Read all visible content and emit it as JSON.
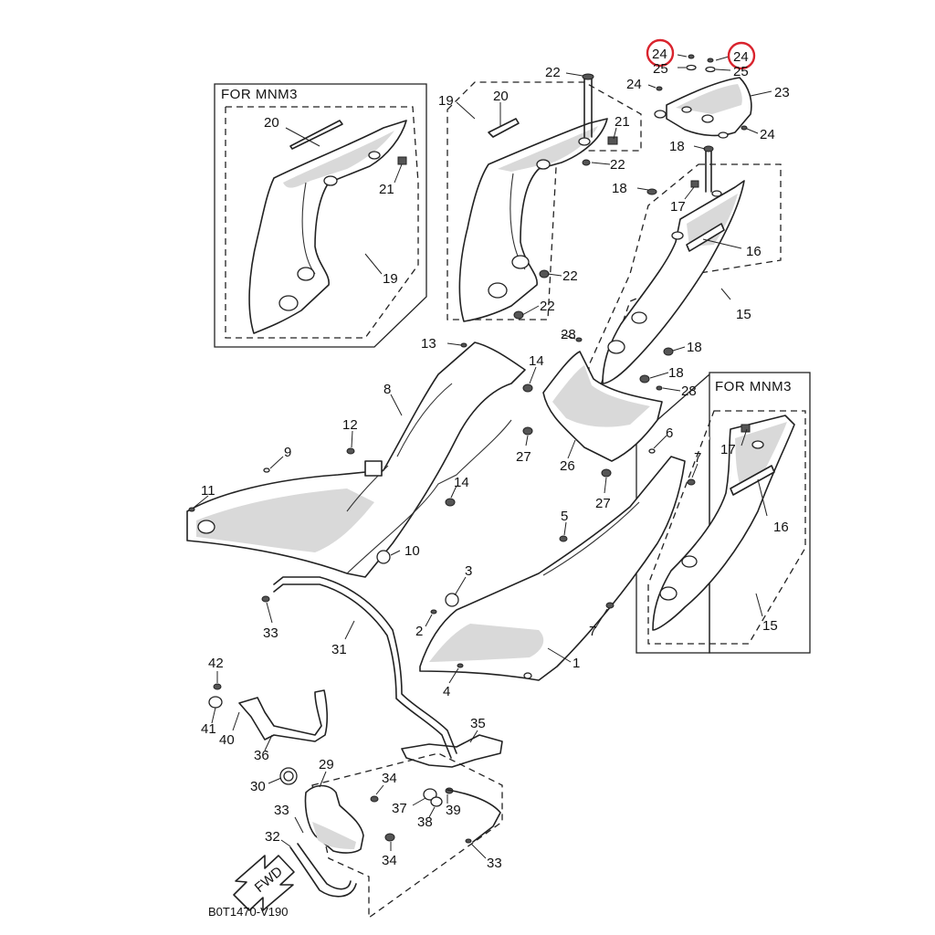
{
  "insets": [
    {
      "id": "inset-left",
      "title": "FOR MNM3"
    },
    {
      "id": "inset-right",
      "title": "FOR MNM3"
    }
  ],
  "reference_code": "B0T1470-V190",
  "direction_label": "FWD",
  "highlight_color": "#d9232d",
  "callouts": [
    {
      "id": "c24a",
      "label": "24"
    },
    {
      "id": "c24b",
      "label": "24"
    },
    {
      "id": "c25a",
      "label": "25"
    },
    {
      "id": "c25b",
      "label": "25"
    },
    {
      "id": "c24c",
      "label": "24"
    },
    {
      "id": "c23",
      "label": "23"
    },
    {
      "id": "c24d",
      "label": "24"
    },
    {
      "id": "c22a",
      "label": "22"
    },
    {
      "id": "c19a",
      "label": "19"
    },
    {
      "id": "c20a",
      "label": "20"
    },
    {
      "id": "c21a",
      "label": "21"
    },
    {
      "id": "c22b",
      "label": "22"
    },
    {
      "id": "c18a",
      "label": "18"
    },
    {
      "id": "c18b",
      "label": "18"
    },
    {
      "id": "c17a",
      "label": "17"
    },
    {
      "id": "c16a",
      "label": "16"
    },
    {
      "id": "c15a",
      "label": "15"
    },
    {
      "id": "c22c",
      "label": "22"
    },
    {
      "id": "c22d",
      "label": "22"
    },
    {
      "id": "c20b",
      "label": "20"
    },
    {
      "id": "c21b",
      "label": "21"
    },
    {
      "id": "c19b",
      "label": "19"
    },
    {
      "id": "c28a",
      "label": "28"
    },
    {
      "id": "c18c",
      "label": "18"
    },
    {
      "id": "c18d",
      "label": "18"
    },
    {
      "id": "c28b",
      "label": "28"
    },
    {
      "id": "c13",
      "label": "13"
    },
    {
      "id": "c14a",
      "label": "14"
    },
    {
      "id": "c8",
      "label": "8"
    },
    {
      "id": "c12",
      "label": "12"
    },
    {
      "id": "c27a",
      "label": "27"
    },
    {
      "id": "c26",
      "label": "26"
    },
    {
      "id": "c27b",
      "label": "27"
    },
    {
      "id": "c9",
      "label": "9"
    },
    {
      "id": "c14b",
      "label": "14"
    },
    {
      "id": "c11",
      "label": "11"
    },
    {
      "id": "c10",
      "label": "10"
    },
    {
      "id": "c6",
      "label": "6"
    },
    {
      "id": "c7a",
      "label": "7"
    },
    {
      "id": "c5",
      "label": "5"
    },
    {
      "id": "c17b",
      "label": "17"
    },
    {
      "id": "c16b",
      "label": "16"
    },
    {
      "id": "c15b",
      "label": "15"
    },
    {
      "id": "c3",
      "label": "3"
    },
    {
      "id": "c2",
      "label": "2"
    },
    {
      "id": "c7b",
      "label": "7"
    },
    {
      "id": "c1",
      "label": "1"
    },
    {
      "id": "c4",
      "label": "4"
    },
    {
      "id": "c33a",
      "label": "33"
    },
    {
      "id": "c31",
      "label": "31"
    },
    {
      "id": "c42",
      "label": "42"
    },
    {
      "id": "c41",
      "label": "41"
    },
    {
      "id": "c40",
      "label": "40"
    },
    {
      "id": "c36",
      "label": "36"
    },
    {
      "id": "c35",
      "label": "35"
    },
    {
      "id": "c29",
      "label": "29"
    },
    {
      "id": "c30",
      "label": "30"
    },
    {
      "id": "c34a",
      "label": "34"
    },
    {
      "id": "c37",
      "label": "37"
    },
    {
      "id": "c39",
      "label": "39"
    },
    {
      "id": "c33b",
      "label": "33"
    },
    {
      "id": "c38",
      "label": "38"
    },
    {
      "id": "c32",
      "label": "32"
    },
    {
      "id": "c34b",
      "label": "34"
    },
    {
      "id": "c33c",
      "label": "33"
    }
  ]
}
